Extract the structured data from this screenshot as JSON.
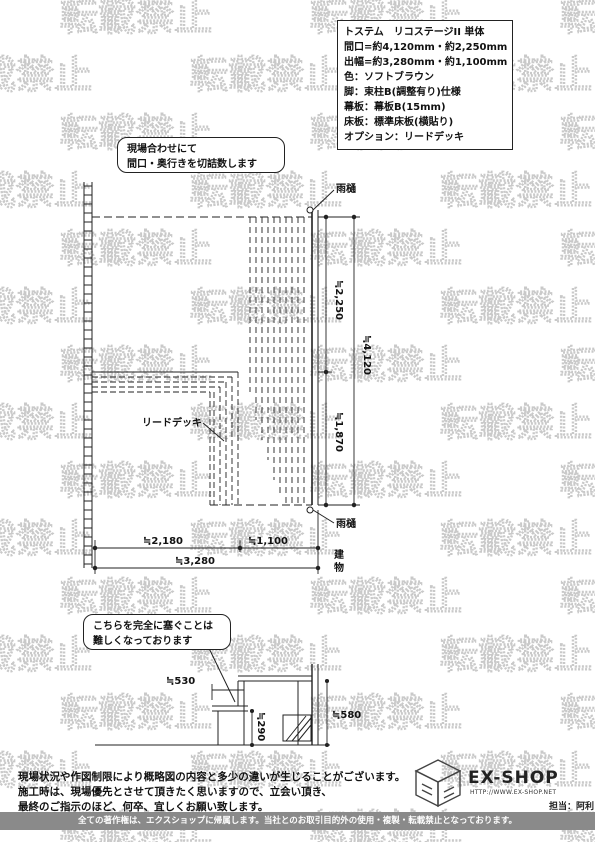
{
  "watermark": {
    "text": "転載禁止"
  },
  "spec": {
    "lines": [
      "トステム　リコステージII 単体",
      "間口=約4,120mm・約2,250mm",
      "出幅=約3,280mm・約1,100mm",
      "色：ソフトブラウン",
      "脚：束柱B(調整有り)仕様",
      "幕板：幕板B(15mm)",
      "床板：標準床板(横貼り)",
      "オプション：リードデッキ"
    ]
  },
  "callouts": {
    "site_note": [
      "現場合わせにて",
      "間口・奥行きを切詰数します"
    ],
    "gap_note": [
      "こちらを完全に塞ぐことは",
      "難しくなっております"
    ]
  },
  "plan": {
    "gutter_top": "雨樋",
    "gutter_bottom": "雨樋",
    "building": [
      "建",
      "物"
    ],
    "lead_deck": "リードデッキ",
    "dim_2250": "≒2,250",
    "dim_1870": "≒1,870",
    "dim_4120": "≒4,120",
    "dim_2180": "≒2,180",
    "dim_1100": "≒1,100",
    "dim_3280": "≒3,280"
  },
  "section": {
    "dim_530": "≒530",
    "dim_290": "≒290",
    "dim_580": "≒580"
  },
  "footer": {
    "notes": [
      "現場状況や作図制限により概略図の内容と多少の違いが生じることがございます。",
      "施工時は、現場優先とさせて頂きたく思いますので、立会い頂き、",
      "最終のご指示のほど、何卒、宜しくお願い致します。"
    ],
    "copyright": "全ての著作権は、エクスショップに帰属します。当社とのお取引目的外の使用・複製・転載禁止となっております。"
  },
  "logo": {
    "name": "EX-SHOP",
    "url": "HTTP://WWW.EX-SHOP.NET",
    "person": "担当：阿利"
  }
}
